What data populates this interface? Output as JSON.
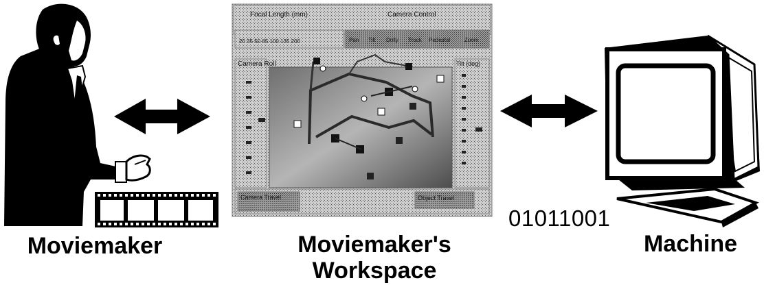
{
  "labels": {
    "moviemaker": "Moviemaker",
    "workspace_line1": "Moviemaker's",
    "workspace_line2": "Workspace",
    "machine": "Machine",
    "binary": "01011001"
  },
  "workspace_panel": {
    "focal_length": "Focal Length (mm)",
    "camera_control": "Camera Control",
    "camera_roll": "Camera Roll",
    "tilt": "Tilt (deg)",
    "camera_travel": "Camera Travel",
    "object_travel": "Object Travel",
    "focal_values": "20 35 50 85 100 135 200",
    "control_buttons": [
      "Pan",
      "Tilt",
      "Dolly",
      "Truck",
      "Pedestal",
      "Zoom"
    ]
  },
  "colors": {
    "ink": "#000000",
    "background": "#ffffff",
    "panel_gray": "#b8b8b8"
  },
  "icons": {
    "person": "businessman-figure",
    "film": "film-strip-icon",
    "computer": "crt-monitor-icon",
    "arrows": "double-headed-arrow"
  }
}
